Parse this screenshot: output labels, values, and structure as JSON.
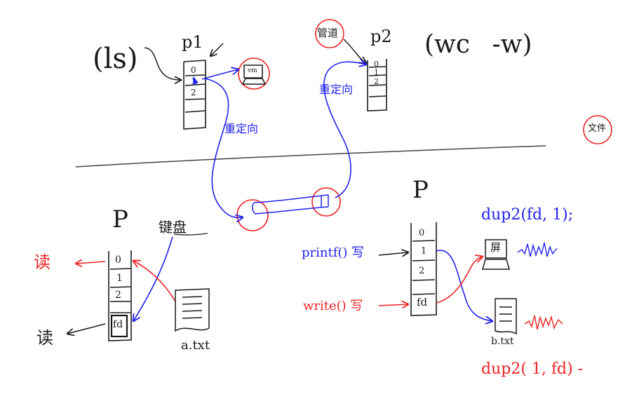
{
  "top": {
    "ls": "(ls)",
    "p1": "p1",
    "p2": "p2",
    "wc": "(wc -w)",
    "pipe_label": "管道",
    "redirect_left": "重定向",
    "redirect_right": "重定向",
    "file_circle": "文件",
    "p1_fds": [
      "0",
      "1",
      "2"
    ],
    "p2_fds": [
      "0",
      "1",
      "2"
    ],
    "screen_text": "vm"
  },
  "bottom_left": {
    "p": "P",
    "keyboard": "键盘",
    "read_top": "读",
    "read_bottom": "读",
    "fds": [
      "0",
      "1",
      "2",
      "fd"
    ],
    "file": "a.txt"
  },
  "bottom_right": {
    "p": "P",
    "printf": "printf() 写",
    "write": "write() 写",
    "fds": [
      "0",
      "1",
      "2",
      "fd"
    ],
    "dup2_top": "dup2(fd, 1);",
    "dup2_bottom": "dup2( 1, fd) -",
    "screen_text": "屏",
    "file": "b.txt"
  },
  "colors": {
    "ink": "#1a1a1a",
    "blue": "#2222ee",
    "red": "#ee2222"
  }
}
